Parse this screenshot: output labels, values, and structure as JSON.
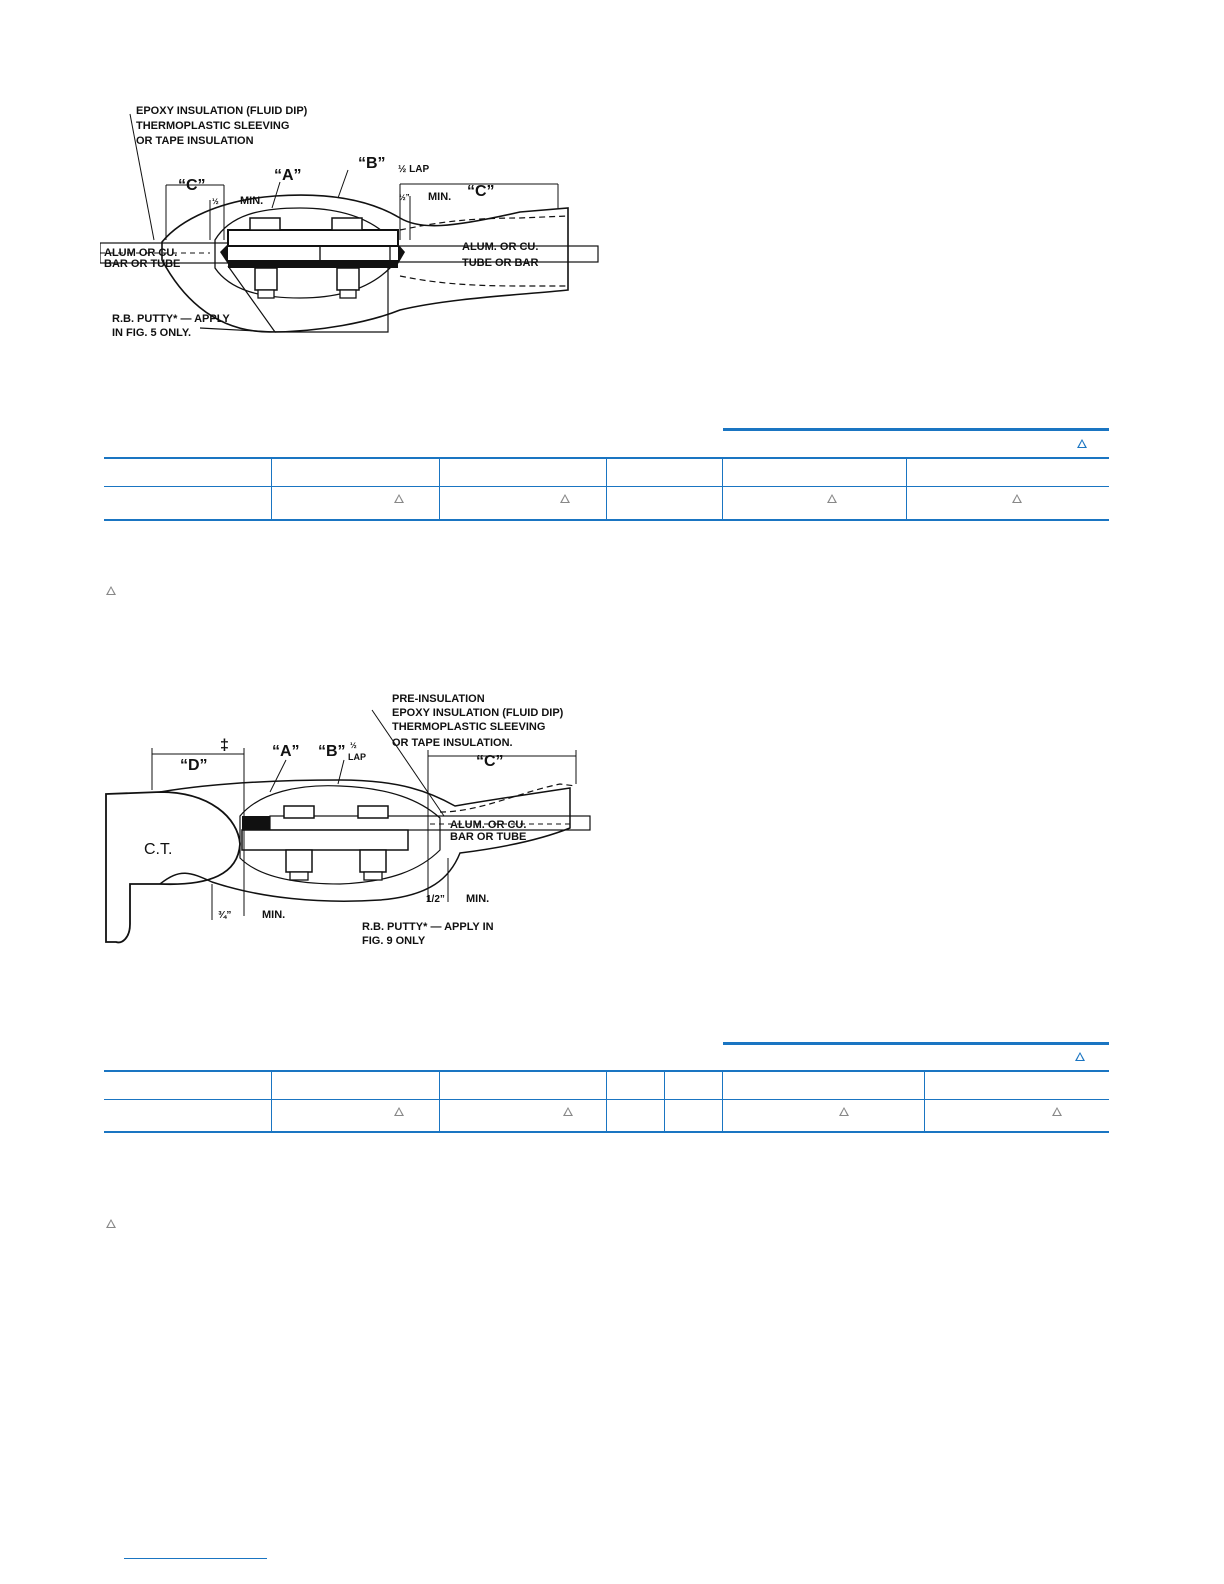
{
  "figure1": {
    "labels": {
      "insulation_1": "EPOXY INSULATION (FLUID DIP)",
      "insulation_2": "THERMOPLASTIC SLEEVING",
      "insulation_3": "OR TAPE INSULATION",
      "dim_a": "“A”",
      "dim_b": "“B”",
      "lap": "½ LAP",
      "dim_c_left": "“C”",
      "dim_c_right": "“C”",
      "half_left": "½",
      "min_left": "MIN.",
      "half_right": "½”",
      "min_right": "MIN.",
      "bar_left_1": "ALUM OR CU.",
      "bar_left_2": "BAR OR TUBE",
      "bar_right_1": "ALUM. OR CU.",
      "bar_right_2": "TUBE OR BAR",
      "putty_1": "R.B. PUTTY* — APPLY",
      "putty_2": "IN FIG. 5 ONLY."
    }
  },
  "figure2": {
    "labels": {
      "pre_1": "PRE-INSULATION",
      "pre_2": "EPOXY INSULATION (FLUID DIP)",
      "pre_3": "THERMOPLASTIC SLEEVING",
      "pre_4": "OR TAPE INSULATION.",
      "dim_d": "“D”",
      "dagger": "‡",
      "dim_a": "“A”",
      "dim_b": "“B”",
      "half": "½",
      "lap": "LAP",
      "dim_c": "“C”",
      "ct": "C.T.",
      "bar_1": "ALUM. OR CU.",
      "bar_2": "BAR OR TUBE",
      "three_quarter": "¾”",
      "min_left": "MIN.",
      "half_bottom": "1/2”",
      "min_right": "MIN.",
      "putty_1": "R.B. PUTTY* — APPLY IN",
      "putty_2": "FIG. 9 ONLY"
    }
  },
  "colors": {
    "rule": "#1a75c2",
    "marker": "#888888"
  }
}
